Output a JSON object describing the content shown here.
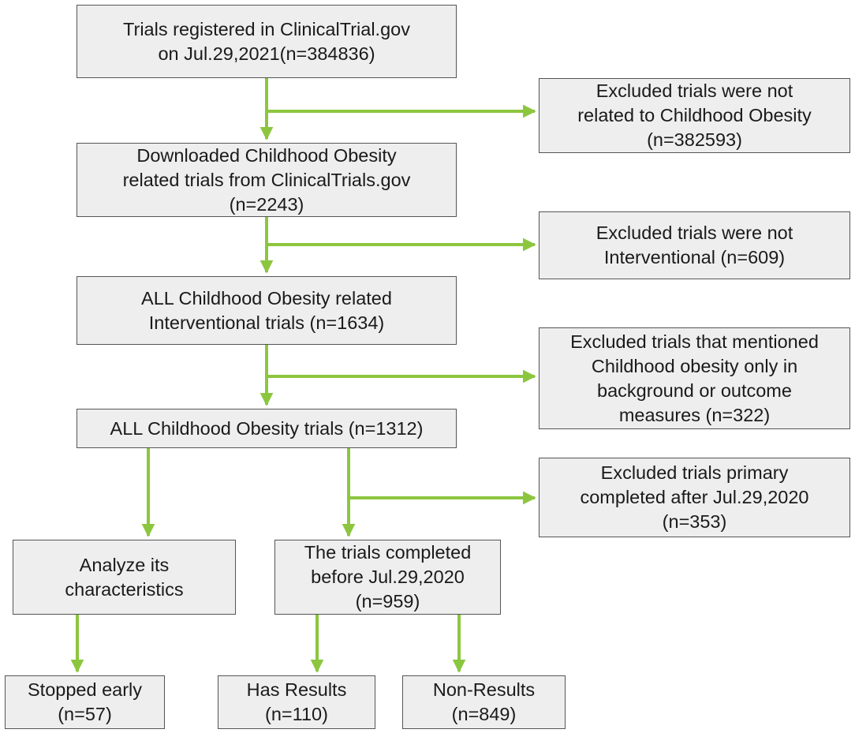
{
  "flow": {
    "main": {
      "registered": {
        "lines": [
          "Trials registered in ClinicalTrial.gov",
          "on Jul.29,2021(n=384836)"
        ]
      },
      "downloaded": {
        "lines": [
          "Downloaded Childhood Obesity",
          "related trials from ClinicalTrials.gov",
          "(n=2243)"
        ]
      },
      "interventional": {
        "lines": [
          "ALL Childhood Obesity related",
          "Interventional trials (n=1634)"
        ]
      },
      "all_trials": {
        "lines": [
          "ALL Childhood Obesity trials (n=1312)"
        ]
      }
    },
    "exclusions": {
      "not_related": {
        "lines": [
          "Excluded trials were not",
          "related to Childhood Obesity",
          "(n=382593)"
        ]
      },
      "not_interventional": {
        "lines": [
          "Excluded trials were not",
          "Interventional (n=609)"
        ]
      },
      "background_only": {
        "lines": [
          "Excluded trials that mentioned",
          "Childhood obesity only in",
          "background or outcome",
          "measures (n=322)"
        ]
      },
      "completed_after": {
        "lines": [
          "Excluded trials primary",
          "completed after Jul.29,2020",
          "(n=353)"
        ]
      }
    },
    "branches": {
      "analyze": {
        "lines": [
          "Analyze its",
          "characteristics"
        ]
      },
      "completed_before": {
        "lines": [
          "The trials completed",
          "before Jul.29,2020",
          "(n=959)"
        ]
      },
      "stopped_early": {
        "lines": [
          "Stopped early",
          "(n=57)"
        ]
      },
      "has_results": {
        "lines": [
          "Has Results",
          "(n=110)"
        ]
      },
      "non_results": {
        "lines": [
          "Non-Results",
          "(n=849)"
        ]
      }
    }
  },
  "colors": {
    "arrow": "#8cc63f",
    "box_fill": "#eeeeee",
    "box_border": "#555555"
  }
}
